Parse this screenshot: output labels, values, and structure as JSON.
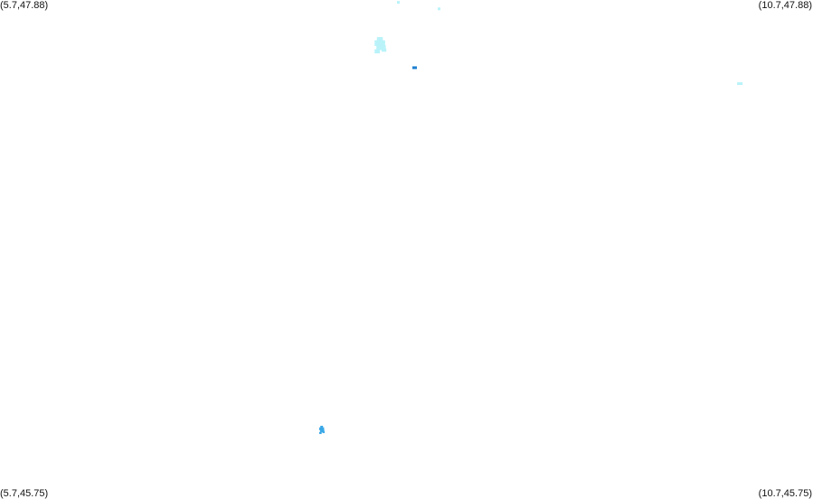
{
  "map": {
    "corners": {
      "top_left": "(5.7,47.88)",
      "top_right": "(10.7,47.88)",
      "bottom_left": "(5.7,45.75)",
      "bottom_right": "(10.7,45.75)"
    },
    "extent": {
      "lon_min": 5.7,
      "lon_max": 10.7,
      "lat_min": 45.75,
      "lat_max": 47.88
    },
    "colors": {
      "background": "#ffffff",
      "light_cyan": "#b9f3f9",
      "medium_blue": "#3aa8e6",
      "dark_blue": "#1e7fd0"
    },
    "features": [
      {
        "lon": 8.15,
        "lat": 47.87,
        "color": "#b9f3f9"
      },
      {
        "lon": 8.4,
        "lat": 47.842,
        "color": "#b9f3f9"
      },
      {
        "lon": 8.04,
        "lat": 47.687,
        "color": "#b9f3f9"
      },
      {
        "lon": 8.25,
        "lat": 47.591,
        "color": "#1e7fd0"
      },
      {
        "lon": 10.25,
        "lat": 47.523,
        "color": "#b9f3f9"
      },
      {
        "lon": 7.68,
        "lat": 46.045,
        "color": "#3aa8e6"
      }
    ]
  }
}
